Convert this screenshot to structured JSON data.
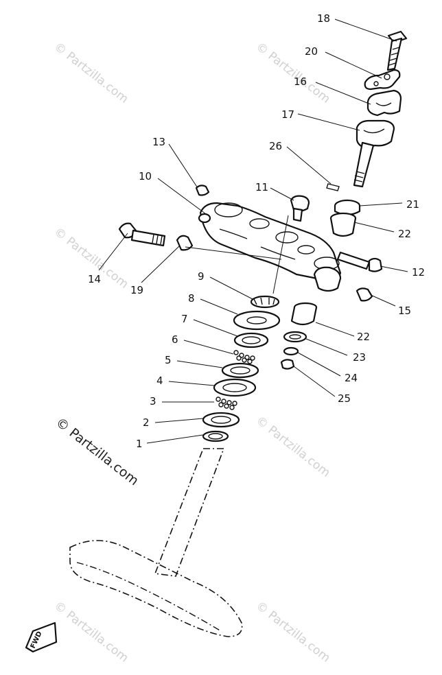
{
  "watermark": {
    "faint_text": "© Partzilla.com",
    "dark_text": "© Partzilla.com"
  },
  "fwd_label": "FWD",
  "callouts": [
    {
      "id": "1",
      "label": "1"
    },
    {
      "id": "2",
      "label": "2"
    },
    {
      "id": "3",
      "label": "3"
    },
    {
      "id": "4",
      "label": "4"
    },
    {
      "id": "5",
      "label": "5"
    },
    {
      "id": "6",
      "label": "6"
    },
    {
      "id": "7",
      "label": "7"
    },
    {
      "id": "8",
      "label": "8"
    },
    {
      "id": "9",
      "label": "9"
    },
    {
      "id": "10",
      "label": "10"
    },
    {
      "id": "11",
      "label": "11"
    },
    {
      "id": "12",
      "label": "12"
    },
    {
      "id": "13",
      "label": "13"
    },
    {
      "id": "14",
      "label": "14"
    },
    {
      "id": "15",
      "label": "15"
    },
    {
      "id": "16",
      "label": "16"
    },
    {
      "id": "17",
      "label": "17"
    },
    {
      "id": "18",
      "label": "18"
    },
    {
      "id": "19",
      "label": "19"
    },
    {
      "id": "20",
      "label": "20"
    },
    {
      "id": "21",
      "label": "21"
    },
    {
      "id": "22a",
      "label": "22"
    },
    {
      "id": "22b",
      "label": "22"
    },
    {
      "id": "23",
      "label": "23"
    },
    {
      "id": "24",
      "label": "24"
    },
    {
      "id": "25",
      "label": "25"
    },
    {
      "id": "26",
      "label": "26"
    }
  ]
}
